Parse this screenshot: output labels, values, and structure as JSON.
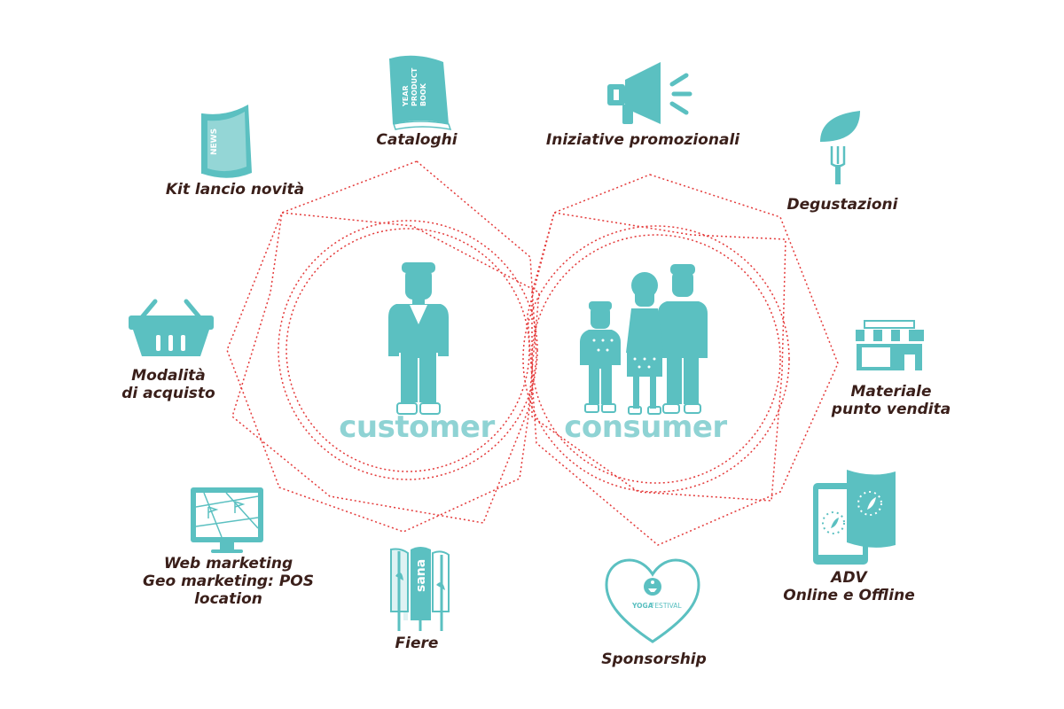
{
  "center": {
    "left_label": "customer",
    "right_label": "consumer"
  },
  "items": {
    "kit": {
      "lines": [
        "Kit lancio novità"
      ],
      "icon": "news-booklet-icon",
      "icon_text": "NEWS"
    },
    "cataloghi": {
      "lines": [
        "Cataloghi"
      ],
      "icon": "catalog-book-icon",
      "icon_text": [
        "YEAR",
        "PRODUCT",
        "BOOK"
      ]
    },
    "iniziative": {
      "lines": [
        "Iniziative promozionali"
      ],
      "icon": "megaphone-icon"
    },
    "degustazioni": {
      "lines": [
        "Degustazioni"
      ],
      "icon": "leaf-fork-icon"
    },
    "modalita": {
      "lines": [
        "Modalità",
        "di acquisto"
      ],
      "icon": "shopping-basket-icon"
    },
    "materiale": {
      "lines": [
        "Materiale",
        "punto vendita"
      ],
      "icon": "storefront-icon"
    },
    "web": {
      "lines": [
        "Web marketing",
        "Geo marketing: POS",
        "location"
      ],
      "icon": "map-monitor-icon"
    },
    "fiere": {
      "lines": [
        "Fiere"
      ],
      "icon": "trade-fair-flags-icon",
      "icon_text": "sana"
    },
    "sponsorship": {
      "lines": [
        "Sponsorship"
      ],
      "icon": "heart-yogafestival-icon",
      "icon_text": [
        "YOGA",
        "FESTIVAL"
      ]
    },
    "adv": {
      "lines": [
        "ADV",
        "Online e Offline"
      ],
      "icon": "tablet-flyer-icon"
    }
  },
  "colors": {
    "accent": "#5bc0c1",
    "center_text": "#8fd3d4",
    "dotted_lines": "#e43a3a",
    "label_text": "#3a1f1a"
  }
}
